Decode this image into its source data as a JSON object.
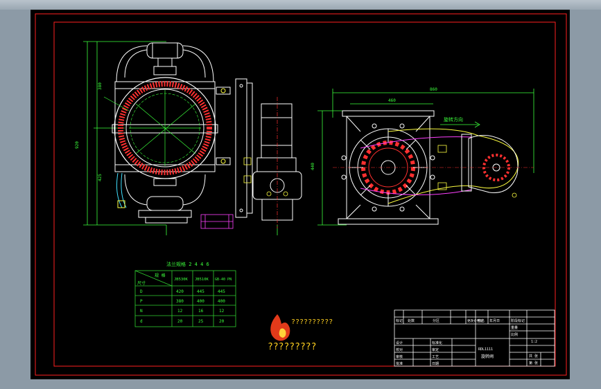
{
  "flange_table": {
    "title": "法兰规格 2 4 4 6",
    "corner_top": "规 格",
    "corner_bottom": "尺寸",
    "columns": [
      "JB530K",
      "JB510K",
      "GB-40 PN"
    ],
    "rows": [
      {
        "label": "D",
        "values": [
          "420",
          "445",
          "445"
        ]
      },
      {
        "label": "P",
        "values": [
          "380",
          "400",
          "400"
        ]
      },
      {
        "label": "N",
        "values": [
          "12",
          "16",
          "12"
        ]
      },
      {
        "label": "d",
        "values": [
          "20",
          "25",
          "20"
        ]
      }
    ]
  },
  "logo": {
    "line1": "??????????",
    "line2": "?????????"
  },
  "dimensions": {
    "left_view_total": "920",
    "left_view_upper": "380",
    "left_view_lower": "425",
    "right_view_width": "860",
    "right_view_sub": "460",
    "right_view_height": "440",
    "rotation_label": "旋转方向"
  },
  "title_block": {
    "row1": [
      "标记",
      "处数",
      "分区",
      "更改文件号",
      "签名",
      "年月日",
      "阶段标记",
      "重量",
      "比例"
    ],
    "left_labels": [
      "设计",
      "校对",
      "审核",
      "批准"
    ],
    "mid_labels": [
      "标准化",
      "审定",
      "工艺",
      "日期"
    ],
    "drawing_no": "RDL1111",
    "name": "旋转阀",
    "right_labels": [
      "共 张",
      "第 张"
    ],
    "scale": "1:2"
  },
  "colors": {
    "frame_red": "#ff2020",
    "line_green": "#3cff3c",
    "line_white": "#ffffff",
    "hatch_red": "#ff3030",
    "magenta": "#ff40ff",
    "cyan": "#40e0ff",
    "yellow": "#ffff40",
    "table_green": "#30d030"
  }
}
